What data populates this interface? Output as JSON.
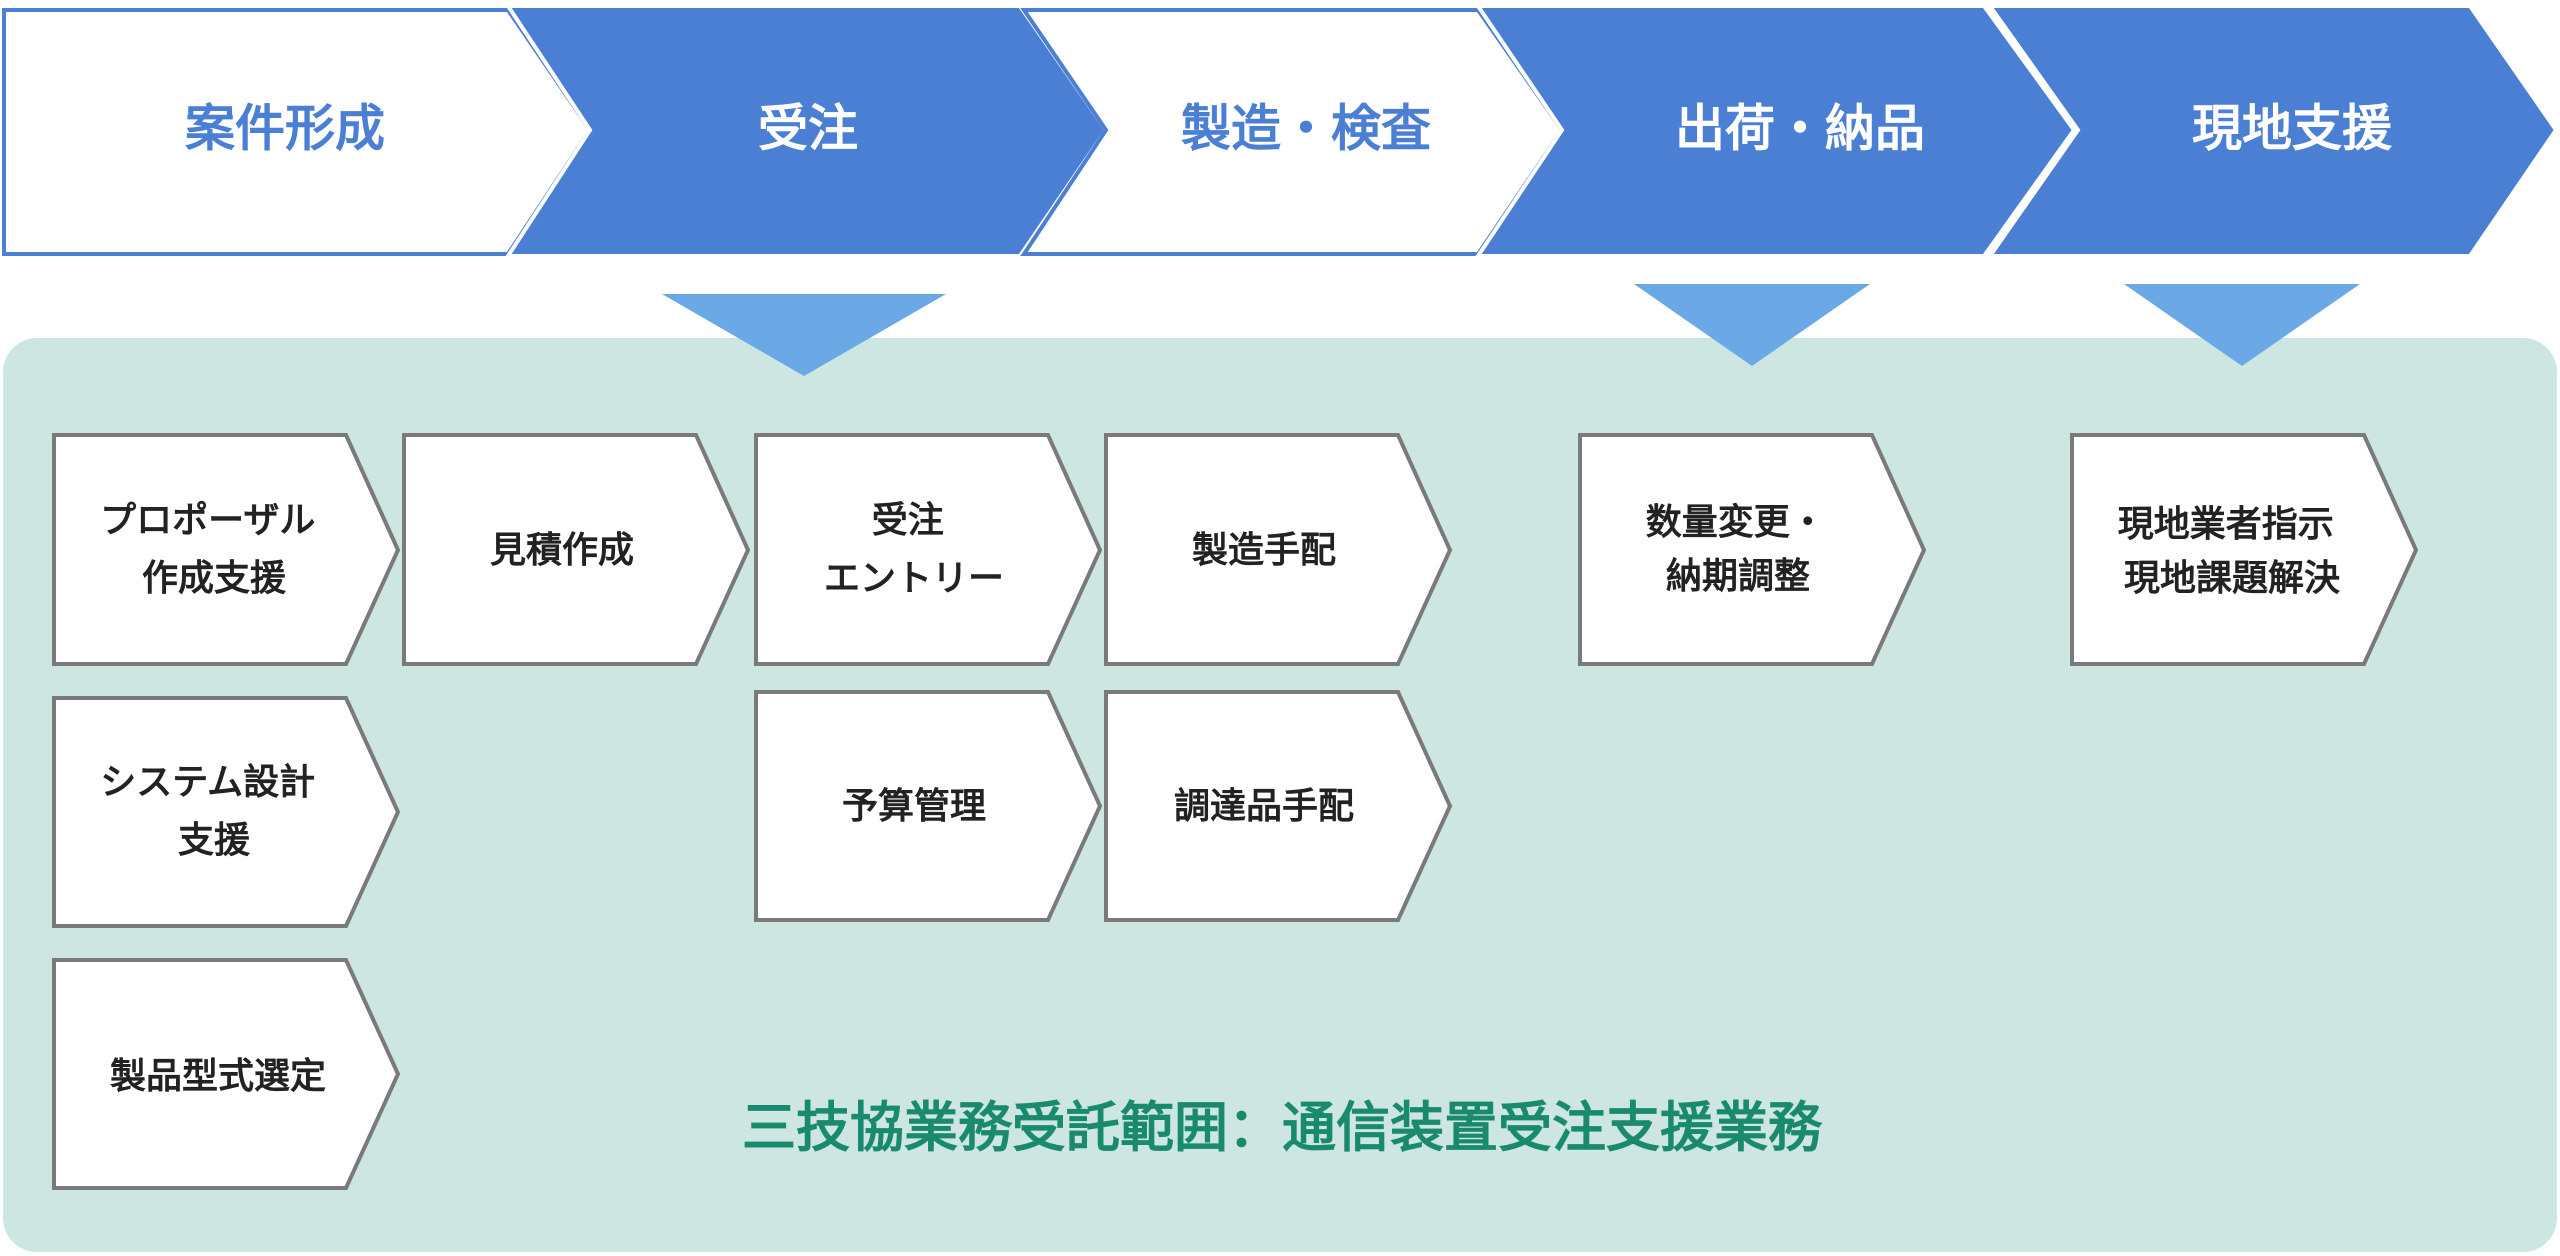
{
  "colors": {
    "stage_blue": "#4a7fd4",
    "stage_text_on_blue": "#ffffff",
    "stage_first_text": "#4a7fd4",
    "pointer": "#6aa8e6",
    "scope_panel": "#cde6e2",
    "task_border": "#7a7a7a",
    "task_fill": "#ffffff",
    "caption_text": "#1a8a6e"
  },
  "stages": [
    {
      "label": "案件形成",
      "style": "outline"
    },
    {
      "label": "受注",
      "style": "filled"
    },
    {
      "label": "製造・検査",
      "style": "outline"
    },
    {
      "label": "出荷・納品",
      "style": "filled"
    },
    {
      "label": "現地支援",
      "style": "filled"
    }
  ],
  "tasks": {
    "proposal": [
      "プロポーザル",
      "作成支援"
    ],
    "system_design": [
      "システム設計",
      "支援"
    ],
    "model_selection": [
      "製品型式選定"
    ],
    "estimate": [
      "見積作成"
    ],
    "order_entry": [
      "受注",
      "エントリー"
    ],
    "budget": [
      "予算管理"
    ],
    "manufacturing": [
      "製造手配"
    ],
    "procurement": [
      "調達品手配"
    ],
    "quantity_change": [
      "数量変更・",
      "納期調整"
    ],
    "onsite": [
      "現地業者指示",
      "現地課題解決"
    ]
  },
  "caption": "三技協業務受託範囲：通信装置受注支援業務"
}
